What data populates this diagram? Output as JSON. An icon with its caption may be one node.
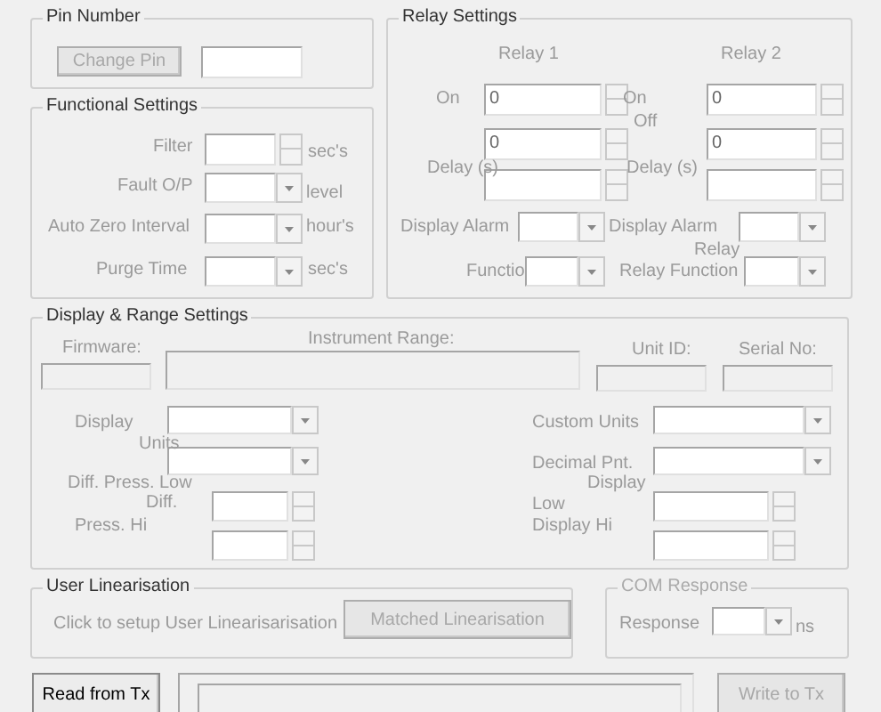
{
  "diagram": {
    "nodes": [
      {
        "text": [
          "Pin Number"
        ]
      },
      {
        "text": [
          "Change Pin"
        ],
        "in": 0
      },
      {
        "text": [
          "Functional Settings"
        ]
      },
      {
        "text": [
          "Relay Settings"
        ]
      },
      {
        "text": [
          "Display & Range Settings"
        ]
      },
      {
        "text": [
          "User Linearisation"
        ]
      },
      {
        "text": [
          "Matched Linearisation"
        ],
        "in": 5
      },
      {
        "text": [
          "COM Response"
        ]
      },
      {
        "text": [
          "Read from Tx"
        ]
      },
      {
        "text": [
          "Write to Tx"
        ]
      }
    ],
    "labels": [
      "Filter",
      "sec's",
      "Fault O/P",
      "level",
      "Auto Zero Interval",
      "hour's",
      "Purge Time",
      "sec's",
      "Relay 1",
      "Relay 2",
      "On",
      "0",
      "On",
      "0",
      "Off",
      "0",
      "0",
      "Delay (s)",
      "Delay (s)",
      "Display Alarm",
      "Display Alarm",
      "Relay",
      "Functio",
      "Relay Function",
      "Firmware:",
      "Instrument Range:",
      "Unit ID:",
      "Serial No:",
      "Display",
      "Custom Units",
      "Units",
      "Decimal Pnt.",
      "Diff. Press. Low",
      "Display",
      "Diff.",
      "Low",
      "Press. Hi",
      "Display Hi",
      "Click to setup User Linearisarisation",
      "Response",
      "ns"
    ]
  }
}
